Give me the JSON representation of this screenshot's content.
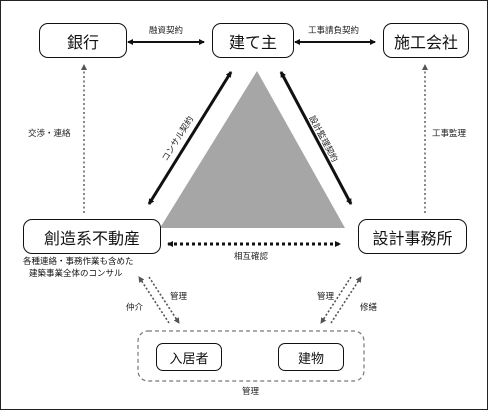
{
  "nodes": {
    "bank": "銀行",
    "owner": "建て主",
    "contractor": "施工会社",
    "developer": "創造系不動産",
    "architect": "設計事務所",
    "resident": "入居者",
    "building": "建物"
  },
  "edges": {
    "bank_owner": "融資契約",
    "owner_contractor": "工事請負契約",
    "owner_developer": "コンサル契約",
    "owner_architect": "設計監理契約",
    "developer_bank": "交渉・連絡",
    "architect_contractor": "工事監理",
    "developer_architect": "相互確認",
    "developer_resident_agency": "仲介",
    "developer_resident_manage": "管理",
    "architect_building_manage": "管理",
    "architect_building_repair": "修繕",
    "group_manage": "管理"
  },
  "notes": {
    "developer_line1": "各種連絡・事務作業も含めた",
    "developer_line2": "建築事業全体のコンサル"
  },
  "colors": {
    "triangle": "#a6a6a6",
    "border": "#111111",
    "dotted": "#555555"
  }
}
